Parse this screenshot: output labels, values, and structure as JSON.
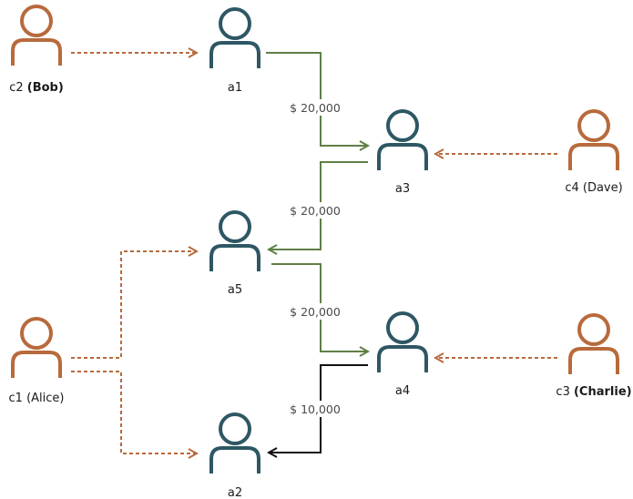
{
  "colors": {
    "customer": "#b86a3c",
    "account": "#2e5764",
    "transfer": "#5f7f45",
    "transfer_alt": "#111111",
    "ownership": "#b86a3c"
  },
  "customers": [
    {
      "id": "c2",
      "pre": "c2 ",
      "name": "(Bob)",
      "name_bold": true,
      "icon": "person-icon"
    },
    {
      "id": "c1",
      "pre": "c1 ",
      "name": "(Alice)",
      "name_bold": false,
      "icon": "person-icon"
    },
    {
      "id": "c4",
      "pre": "c4 ",
      "name": "(Dave)",
      "name_bold": false,
      "icon": "person-icon"
    },
    {
      "id": "c3",
      "pre": "c3 ",
      "name": "(Charlie)",
      "name_bold": true,
      "icon": "person-icon"
    }
  ],
  "accounts": [
    {
      "id": "a1",
      "label": "a1",
      "icon": "person-icon"
    },
    {
      "id": "a3",
      "label": "a3",
      "icon": "person-icon"
    },
    {
      "id": "a5",
      "label": "a5",
      "icon": "person-icon"
    },
    {
      "id": "a4",
      "label": "a4",
      "icon": "person-icon"
    },
    {
      "id": "a2",
      "label": "a2",
      "icon": "person-icon"
    }
  ],
  "transfers": [
    {
      "from": "a1",
      "to": "a3",
      "amount": "$ 20,000"
    },
    {
      "from": "a3",
      "to": "a5",
      "amount": "$ 20,000"
    },
    {
      "from": "a5",
      "to": "a4",
      "amount": "$ 20,000"
    },
    {
      "from": "a4",
      "to": "a2",
      "amount": "$ 10,000"
    }
  ],
  "ownership": [
    {
      "from": "c2",
      "to": "a1"
    },
    {
      "from": "c1",
      "to": "a5"
    },
    {
      "from": "c1",
      "to": "a2"
    },
    {
      "from": "c4",
      "to": "a3"
    },
    {
      "from": "c3",
      "to": "a4"
    }
  ]
}
